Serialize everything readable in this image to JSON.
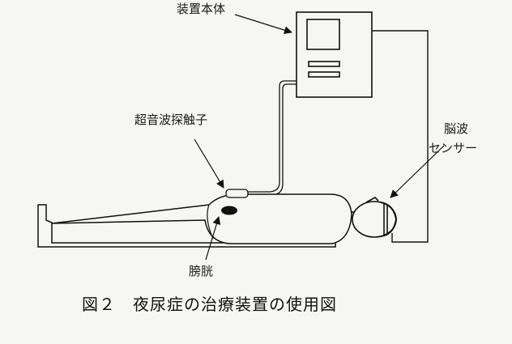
{
  "labels": {
    "device_body": "装置本体",
    "ultrasound_probe": "超音波探触子",
    "brainwave_sensor_line1": "脳波",
    "brainwave_sensor_line2": "センサー",
    "bladder": "膀胱"
  },
  "caption": "図２　夜尿症の治療装置の使用図"
}
